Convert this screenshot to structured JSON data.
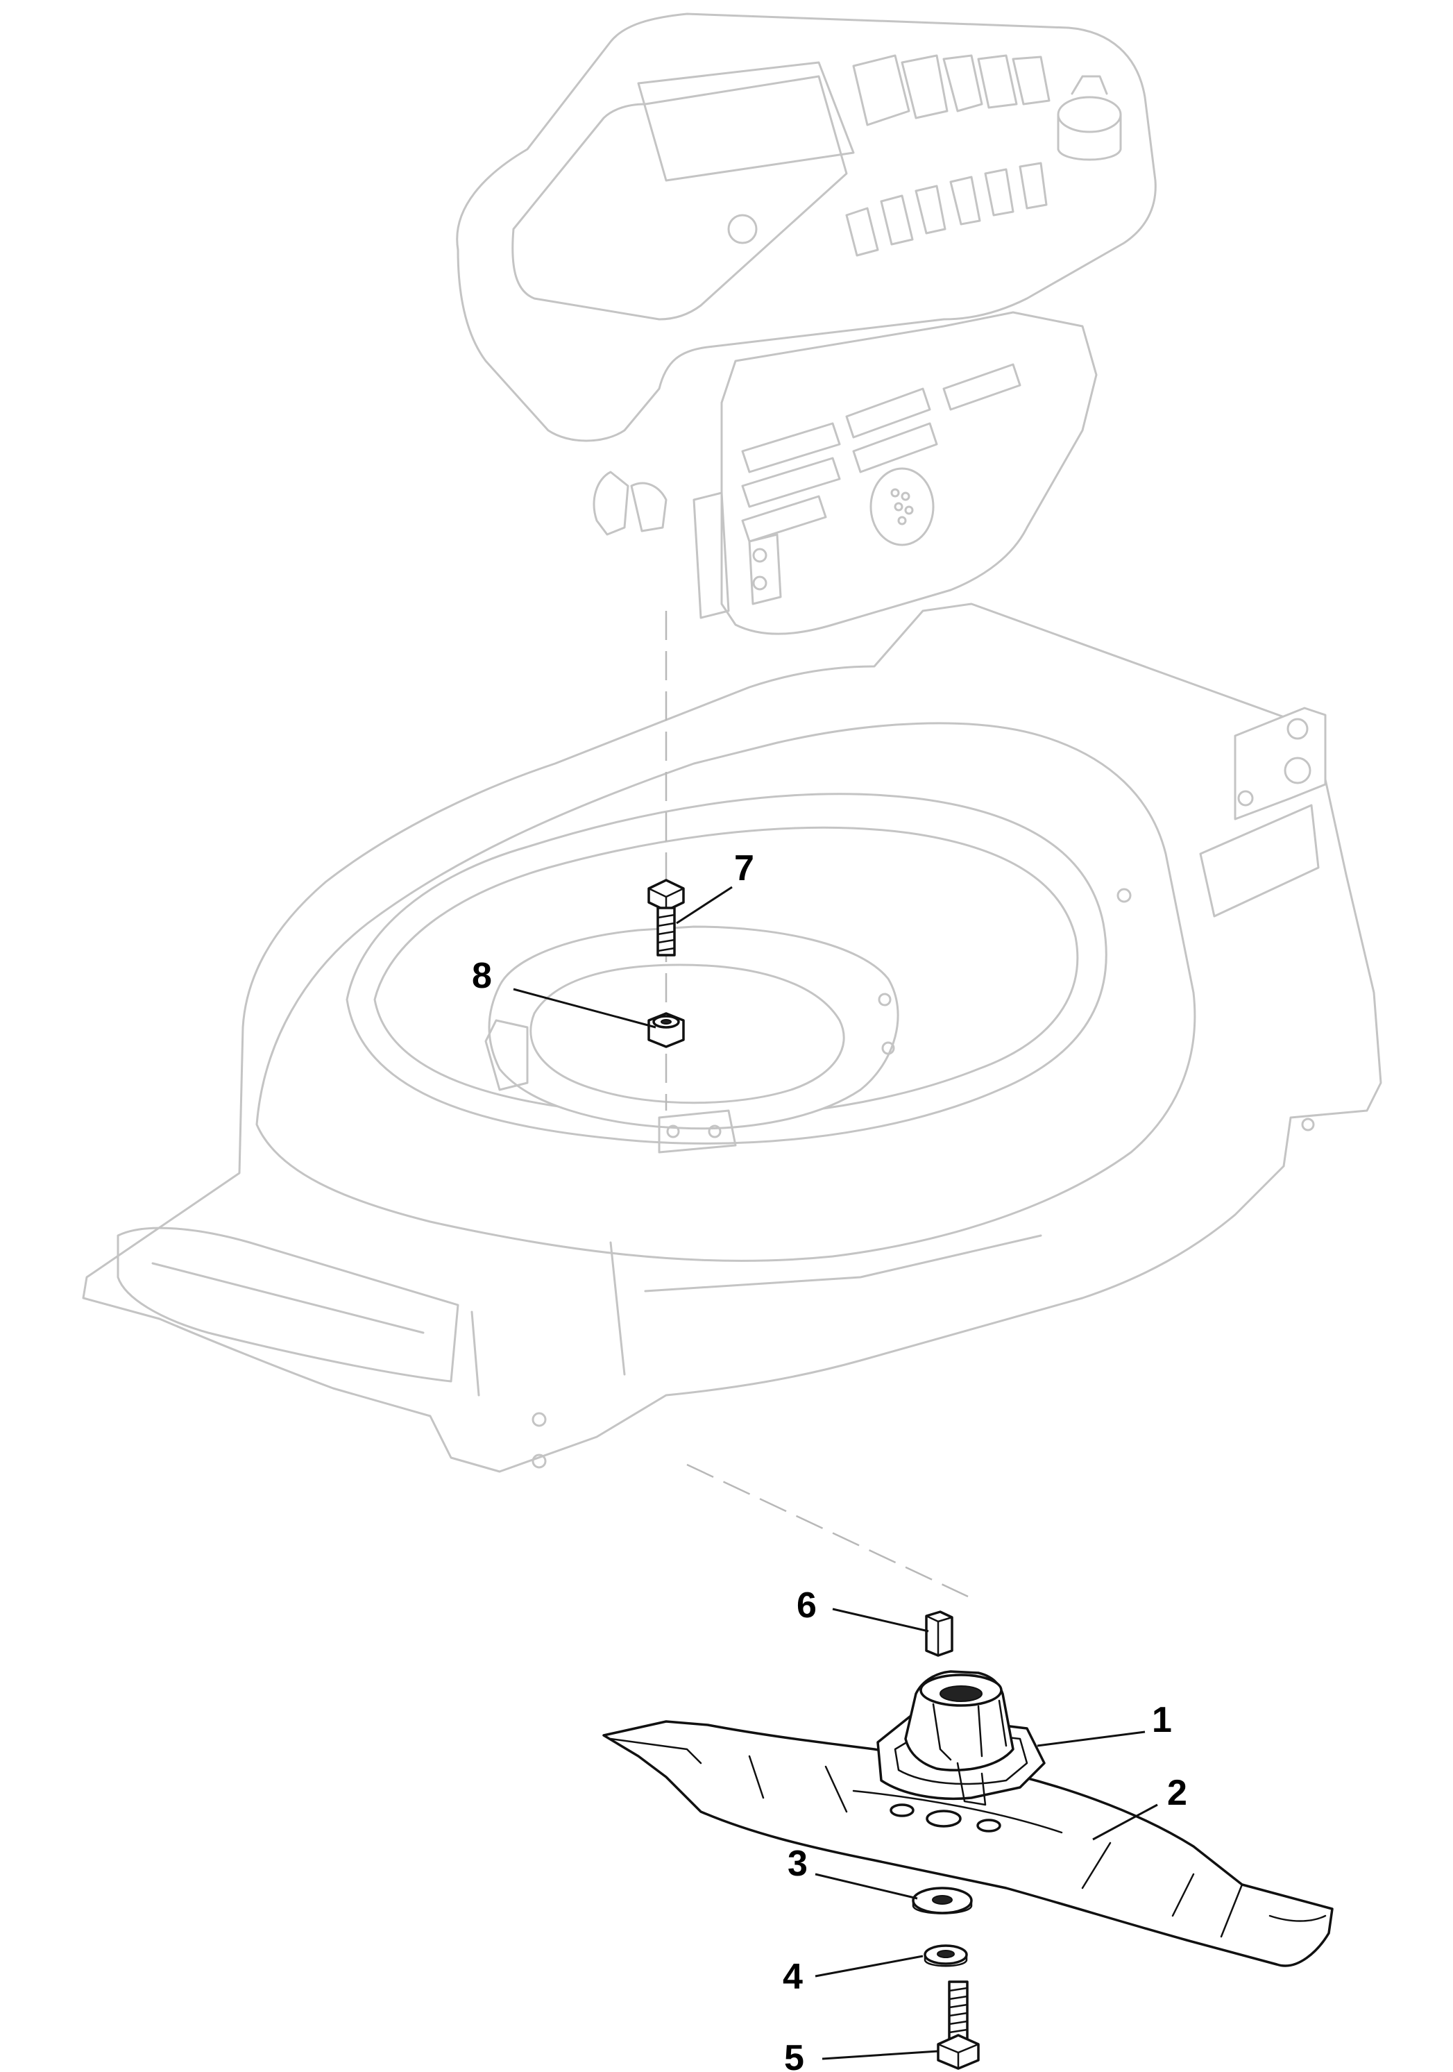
{
  "callouts": [
    {
      "id": "7",
      "label": "7",
      "part": "deck-bolt"
    },
    {
      "id": "8",
      "label": "8",
      "part": "deck-nut"
    },
    {
      "id": "6",
      "label": "6",
      "part": "shaft-key"
    },
    {
      "id": "1",
      "label": "1",
      "part": "blade-hub"
    },
    {
      "id": "2",
      "label": "2",
      "part": "blade"
    },
    {
      "id": "3",
      "label": "3",
      "part": "large-washer"
    },
    {
      "id": "4",
      "label": "4",
      "part": "small-washer"
    },
    {
      "id": "5",
      "label": "5",
      "part": "blade-bolt"
    }
  ],
  "colors": {
    "ghost_outline": "#c4c4c4",
    "part_outline": "#111111",
    "callout_text": "#000000",
    "background": "#ffffff"
  }
}
